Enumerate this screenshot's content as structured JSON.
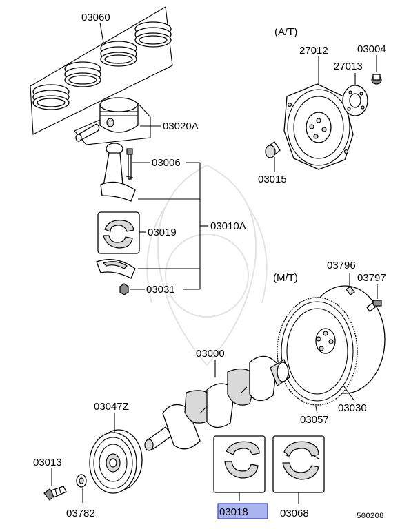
{
  "labels": {
    "p03060": "03060",
    "p03020A": "03020A",
    "p03006": "03006",
    "p03010A": "03010A",
    "p03019": "03019",
    "p03031": "03031",
    "p03000": "03000",
    "p03047Z": "03047Z",
    "p03013": "03013",
    "p03782": "03782",
    "p03018": "03018",
    "p03068": "03068",
    "at_note": "(A/T)",
    "p27012": "27012",
    "p03004": "03004",
    "p27013": "27013",
    "p03015": "03015",
    "mt_note": "(M/T)",
    "p03796": "03796",
    "p03797": "03797",
    "p03030": "03030",
    "p03057": "03057",
    "diagram_code": "500208"
  },
  "highlight": {
    "part": "03018",
    "color": "#aab4ee"
  }
}
